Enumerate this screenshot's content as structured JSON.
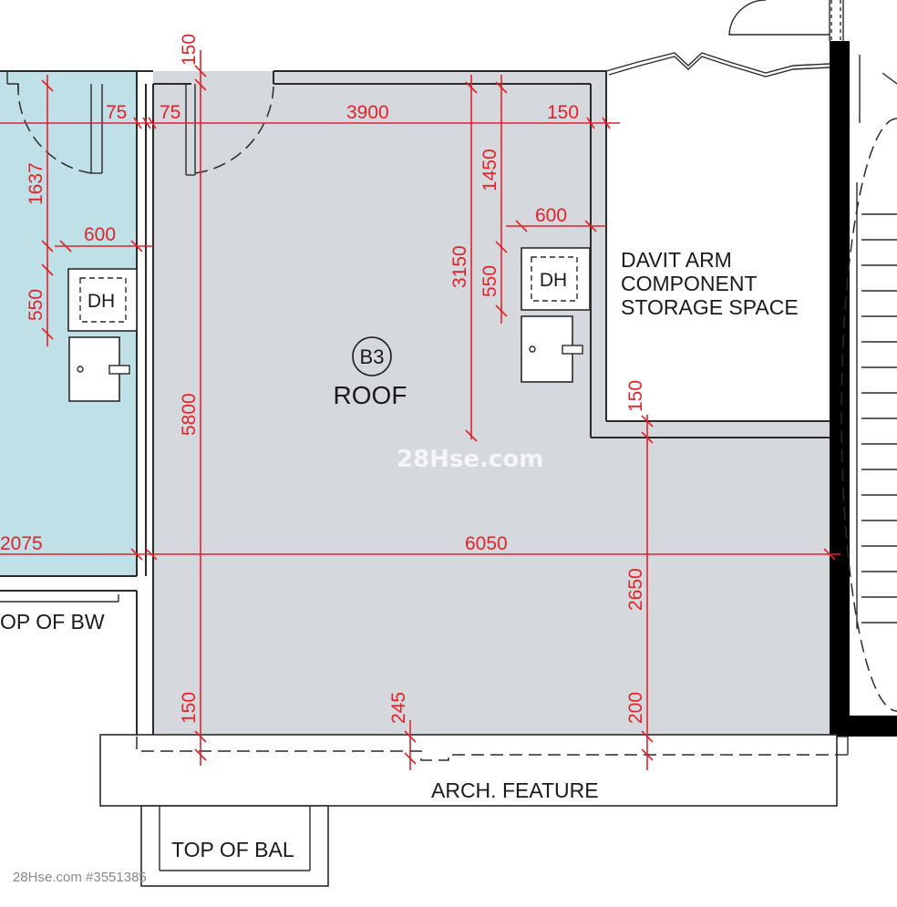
{
  "rooms": {
    "roof_tag": "B3",
    "roof_name": "ROOF",
    "storage": [
      "DAVIT ARM",
      "COMPONENT",
      "STORAGE SPACE"
    ],
    "top_of_bw": "OP OF BW",
    "arch_feature": "ARCH. FEATURE",
    "top_of_bal": "TOP OF BAL",
    "dh_left": "DH",
    "dh_right": "DH"
  },
  "dimensions": {
    "d150_top": "150",
    "d75_left": "75",
    "d75_right": "75",
    "d3900": "3900",
    "d150_right": "150",
    "d1637": "1637",
    "d600_left": "600",
    "d550_left": "550",
    "d1450": "1450",
    "d600_right": "600",
    "d3150": "3150",
    "d550_right": "550",
    "d5800": "5800",
    "d150_mid": "150",
    "d2075": "2075",
    "d6050": "6050",
    "d2650": "2650",
    "d150_bottom": "150",
    "d245": "245",
    "d200": "200"
  },
  "watermark": "28Hse.com",
  "footer": "28Hse.com #3551385",
  "colors": {
    "roof_fill": "#d5d9dd",
    "left_fill": "#bfe0e6",
    "dimension_red": "#e0232b",
    "wall_black": "#000000"
  }
}
